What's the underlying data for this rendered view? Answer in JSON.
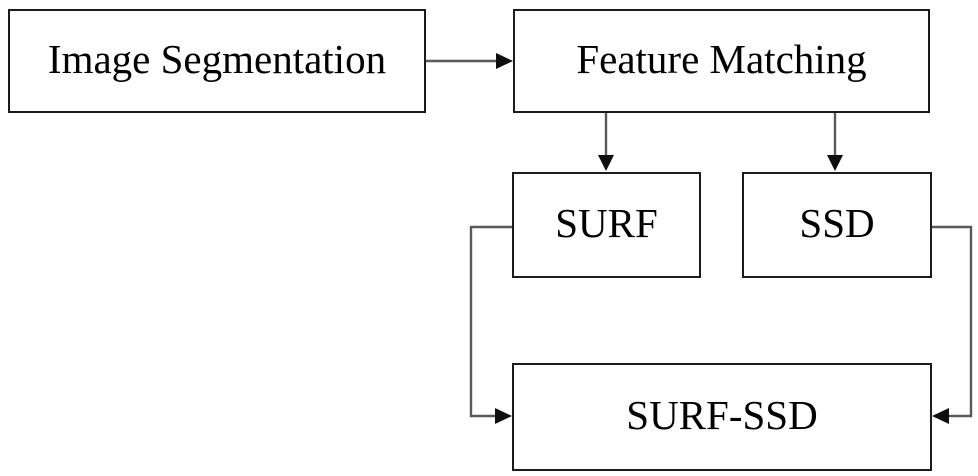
{
  "diagram": {
    "type": "flowchart",
    "nodes": [
      {
        "id": "image_segmentation",
        "label": "Image Segmentation"
      },
      {
        "id": "feature_matching",
        "label": "Feature Matching"
      },
      {
        "id": "surf",
        "label": "SURF"
      },
      {
        "id": "ssd",
        "label": "SSD"
      },
      {
        "id": "surf_ssd",
        "label": "SURF-SSD"
      }
    ],
    "edges": [
      {
        "from": "image_segmentation",
        "to": "feature_matching",
        "style": "straight-right-arrow"
      },
      {
        "from": "feature_matching",
        "to": "surf",
        "style": "straight-down-arrow"
      },
      {
        "from": "feature_matching",
        "to": "ssd",
        "style": "straight-down-arrow"
      },
      {
        "from": "surf",
        "to": "surf_ssd",
        "style": "elbow-left-side"
      },
      {
        "from": "ssd",
        "to": "surf_ssd",
        "style": "elbow-right-side"
      }
    ],
    "colors": {
      "background": "#ffffff",
      "box_fill": "#ffffff",
      "box_border": "#1c1c1c",
      "connector_line": "#595959",
      "arrowhead": "#0f0f0f",
      "text": "#000000"
    }
  }
}
